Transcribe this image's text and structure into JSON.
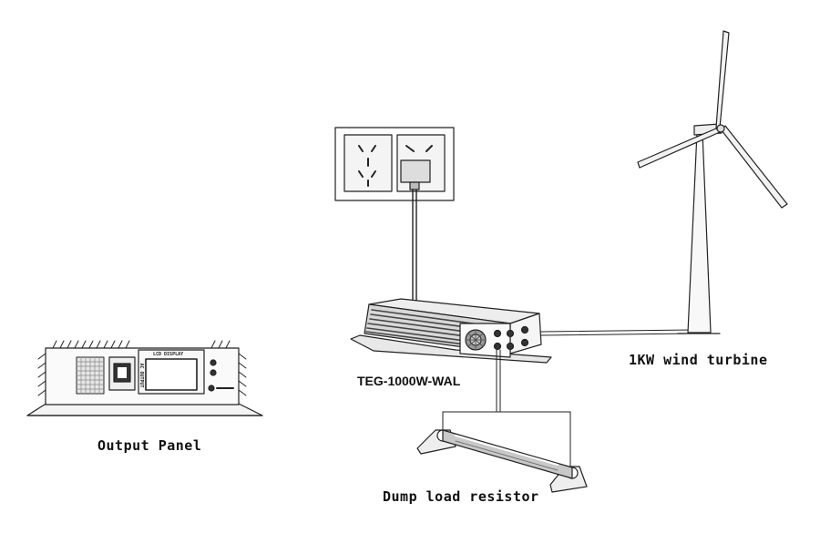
{
  "labels": {
    "output_panel": "Output Panel",
    "model": "TEG-1000W-WAL",
    "wind_turbine": "1KW wind turbine",
    "dump_load": "Dump load resistor"
  },
  "panel_text": {
    "lcd_display": "LCD DISPLAY",
    "ac_output": "AC OUTPUT"
  }
}
